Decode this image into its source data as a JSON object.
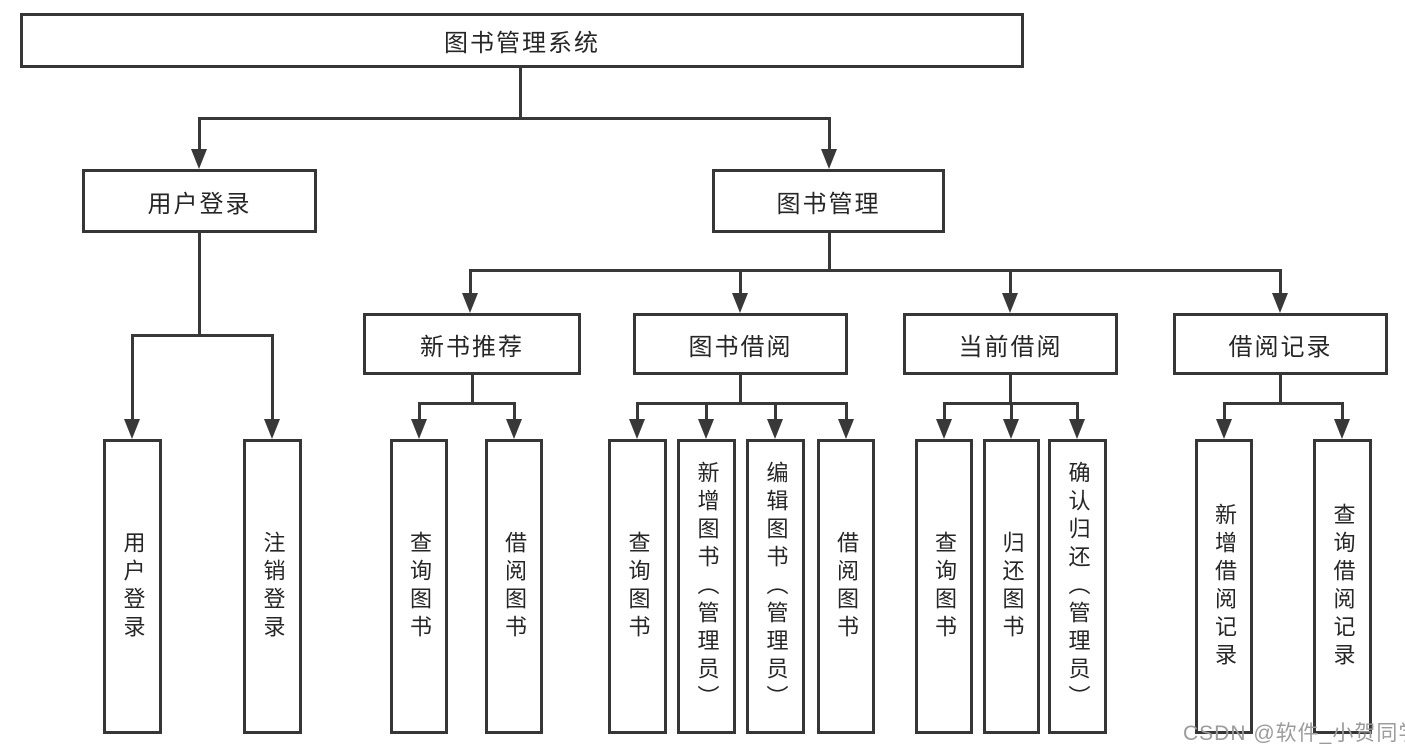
{
  "tree": {
    "label": "图书管理系统",
    "children": [
      {
        "label": "用户登录",
        "children": [
          {
            "label": "用户登录"
          },
          {
            "label": "注销登录"
          }
        ]
      },
      {
        "label": "图书管理",
        "children": [
          {
            "label": "新书推荐",
            "children": [
              {
                "label": "查询图书"
              },
              {
                "label": "借阅图书"
              }
            ]
          },
          {
            "label": "图书借阅",
            "children": [
              {
                "label": "查询图书"
              },
              {
                "label": "新增图书（管理员）"
              },
              {
                "label": "编辑图书（管理员）"
              },
              {
                "label": "借阅图书"
              }
            ]
          },
          {
            "label": "当前借阅",
            "children": [
              {
                "label": "查询图书"
              },
              {
                "label": "归还图书"
              },
              {
                "label": "确认归还（管理员）"
              }
            ]
          },
          {
            "label": "借阅记录",
            "children": [
              {
                "label": "新增借阅记录"
              },
              {
                "label": "查询借阅记录"
              }
            ]
          }
        ]
      }
    ]
  },
  "watermark": {
    "text": "CSDN @软件_小贺同学",
    "color": "#9c9c9c"
  },
  "colors": {
    "line": "#383838",
    "border": "#363636",
    "text": "#262626",
    "background": "#ffffff"
  }
}
